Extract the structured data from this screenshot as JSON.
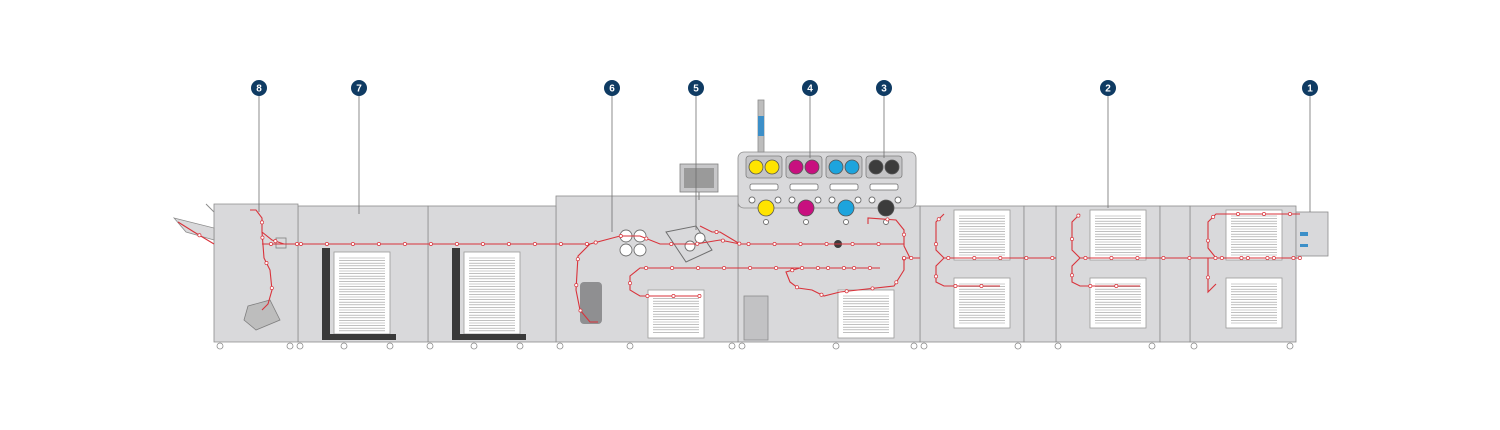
{
  "colors": {
    "background": "#ffffff",
    "module_fill": "#d9d9db",
    "module_stroke": "#8c8c8c",
    "paper_path": "#d9333b",
    "badge": "#0f3b63",
    "badge_text": "#ffffff",
    "stack_tray": "#3a3a3a",
    "yellow": "#ffe400",
    "magenta": "#c8107f",
    "cyan": "#1da4dd",
    "black": "#3c3c3c",
    "mast_blue": "#3c8fc8"
  },
  "callouts": [
    {
      "id": "1",
      "label": "1"
    },
    {
      "id": "2",
      "label": "2"
    },
    {
      "id": "3",
      "label": "3"
    },
    {
      "id": "4",
      "label": "4"
    },
    {
      "id": "5",
      "label": "5"
    },
    {
      "id": "6",
      "label": "6"
    },
    {
      "id": "7",
      "label": "7"
    },
    {
      "id": "8",
      "label": "8"
    }
  ],
  "toner_stations": [
    "yellow",
    "magenta",
    "cyan",
    "black"
  ]
}
